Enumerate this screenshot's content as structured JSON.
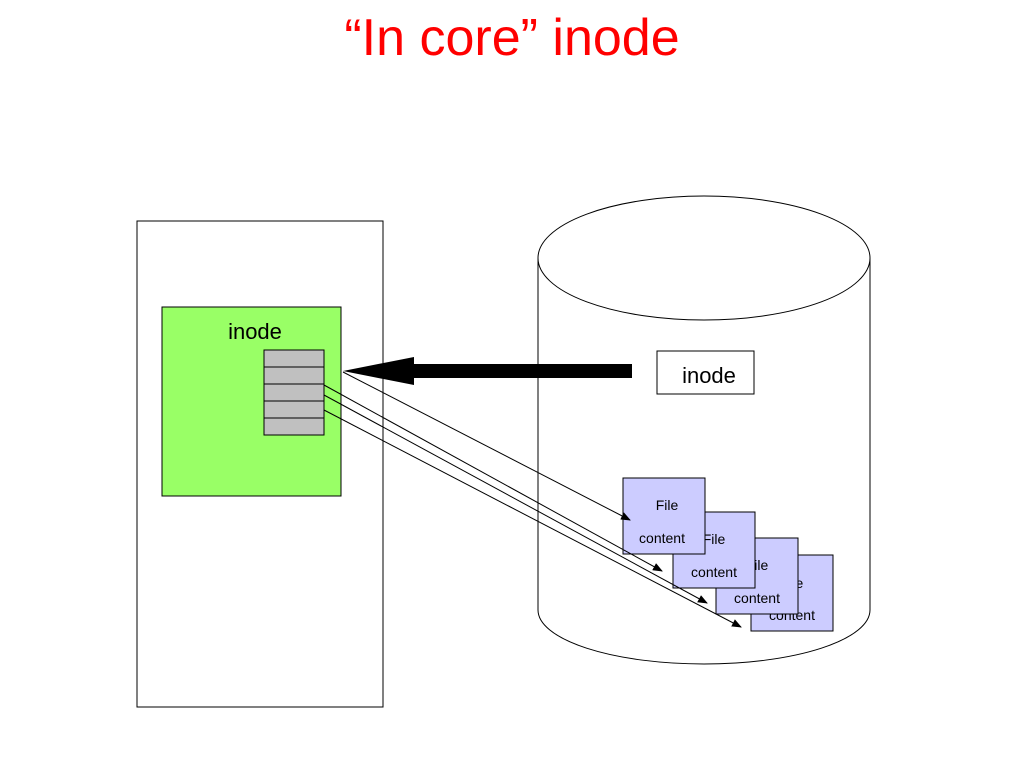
{
  "title": "“In core” inode",
  "memory": {
    "inode_label": "inode",
    "block_pointer_count": 5
  },
  "disk": {
    "inode_label": "inode",
    "file_cards": [
      {
        "line1": "File",
        "line2": "content"
      },
      {
        "line1": "File",
        "line2": "content"
      },
      {
        "line1": "File",
        "line2": "content"
      },
      {
        "line1": "File",
        "line2": "content"
      }
    ]
  },
  "colors": {
    "title": "#ff0000",
    "inode_box": "#99ff66",
    "pointer_cell": "#c0c0c0",
    "file_card": "#ccccff",
    "stroke": "#000000"
  }
}
